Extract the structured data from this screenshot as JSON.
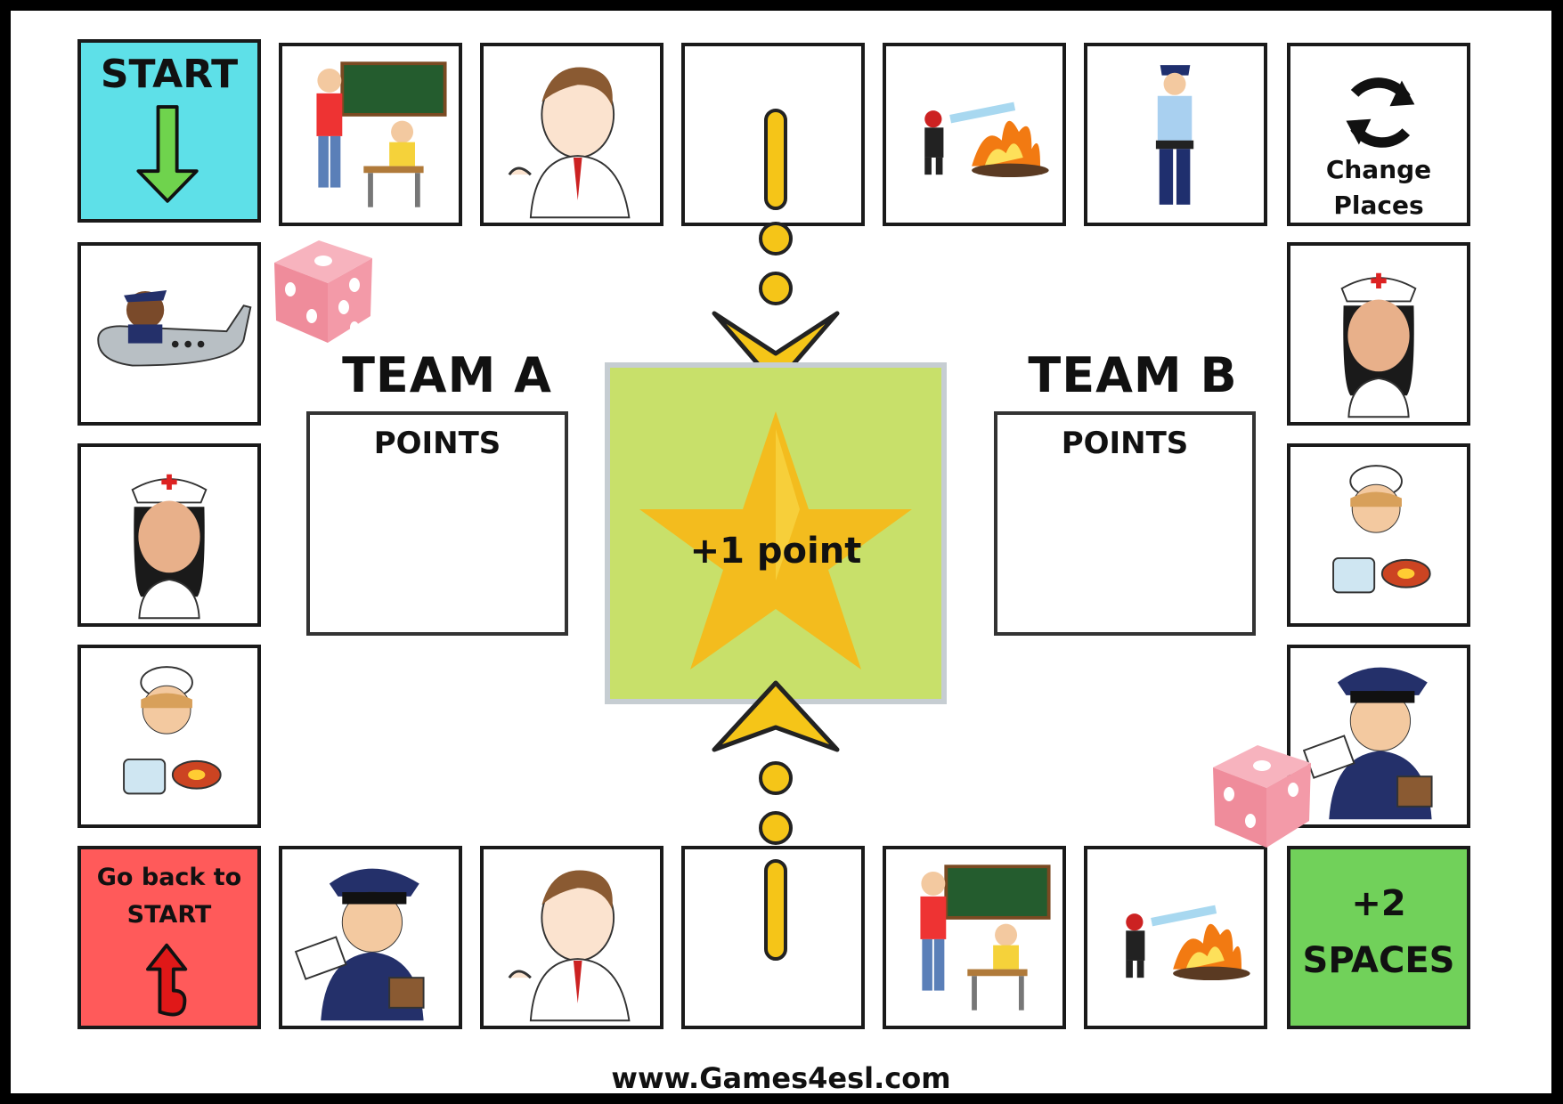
{
  "board": {
    "start_label": "START",
    "change_places_line1": "Change",
    "change_places_line2": "Places",
    "go_back_line1": "Go back to",
    "go_back_line2": "START",
    "plus_two_line1": "+2",
    "plus_two_line2": "SPACES",
    "center_label": "+1 point",
    "footer": "www.Games4esl.com"
  },
  "teams": [
    {
      "name": "TEAM A",
      "points_label": "POINTS"
    },
    {
      "name": "TEAM B",
      "points_label": "POINTS"
    }
  ],
  "tiles": {
    "top": [
      "teacher",
      "doctor",
      "lane",
      "firefighter",
      "police-officer"
    ],
    "right": [
      "nurse",
      "chef",
      "mail-carrier"
    ],
    "left": [
      "pilot",
      "nurse",
      "chef"
    ],
    "bottom": [
      "mail-carrier",
      "doctor",
      "lane",
      "teacher",
      "firefighter"
    ]
  },
  "colors": {
    "start": "#5ee0e8",
    "go_back": "#ff5a5a",
    "plus_two": "#71d15a",
    "center": "#c8e06a",
    "star": "#f3bc1e",
    "arrow": "#f5c518"
  }
}
